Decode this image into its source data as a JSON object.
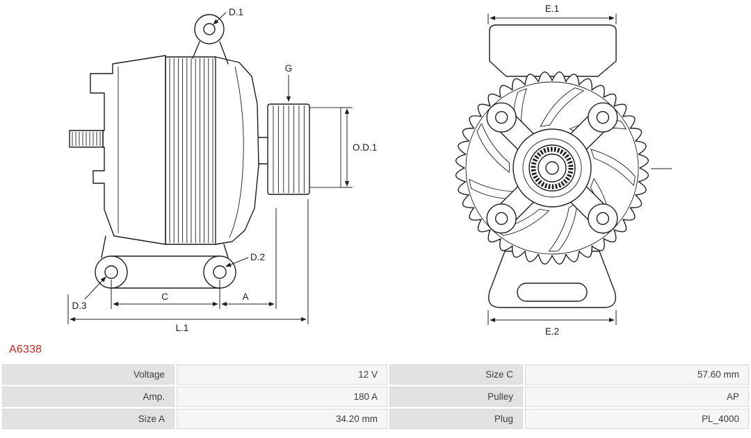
{
  "part_number": "A6338",
  "diagram": {
    "labels": {
      "d1": "D.1",
      "g": "G",
      "od1": "O.D.1",
      "d2": "D.2",
      "d3": "D.3",
      "c": "C",
      "a": "A",
      "l1": "L.1",
      "e1": "E.1",
      "e2": "E.2"
    }
  },
  "table": {
    "rows": [
      [
        {
          "label": "Voltage",
          "value": "12 V"
        },
        {
          "label": "Size C",
          "value": "57.60 mm"
        }
      ],
      [
        {
          "label": "Amp.",
          "value": "180 A"
        },
        {
          "label": "Pulley",
          "value": "AP"
        }
      ],
      [
        {
          "label": "Size A",
          "value": "34.20 mm"
        },
        {
          "label": "Plug",
          "value": "PL_4000"
        }
      ]
    ]
  },
  "colors": {
    "part_number": "#d2251d",
    "table_label_bg": "#e2e2e2",
    "table_value_bg": "#f6f6f6",
    "line": "#1c1c1c"
  }
}
